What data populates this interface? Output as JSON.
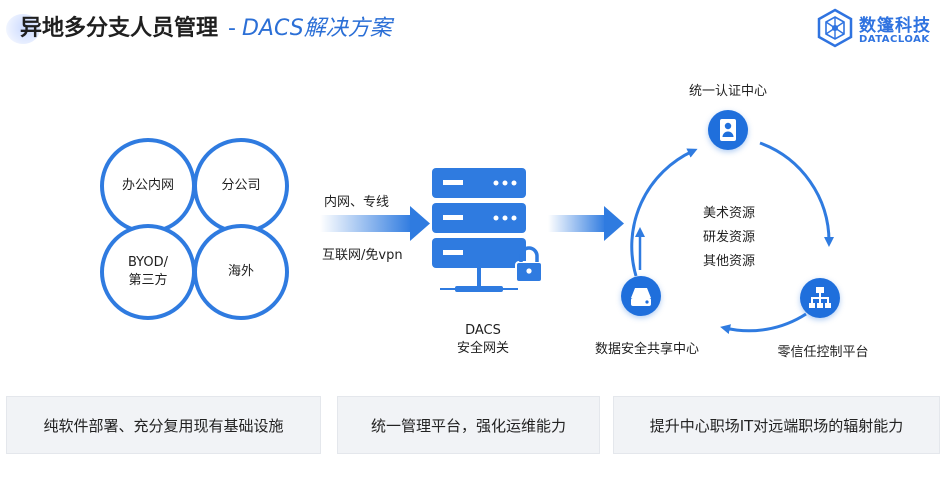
{
  "header": {
    "title": "异地多分支人员管理",
    "separator": "-",
    "subtitle": "DACS解决方案"
  },
  "logo": {
    "name": "数篷科技",
    "en": "DATACLOAK"
  },
  "sources": {
    "office_lan": "办公内网",
    "branch": "分公司",
    "byod": "BYOD/\n第三方",
    "overseas": "海外"
  },
  "links": {
    "intranet": "内网、专线",
    "internet": "互联网/免vpn"
  },
  "gateway": {
    "label": "DACS\n安全网关"
  },
  "cycle": {
    "auth_center": "统一认证中心",
    "zero_trust": "零信任控制平台",
    "data_share": "数据安全共享中心",
    "resources": [
      "美术资源",
      "研发资源",
      "其他资源"
    ]
  },
  "features": [
    "纯软件部署、充分复用现有基础设施",
    "统一管理平台，强化运维能力",
    "提升中心职场IT对远端职场的辐射能力"
  ],
  "colors": {
    "accent": "#2f7be0",
    "dark_accent": "#1f6fdc",
    "light_accent": "#cfe0fb"
  },
  "icons": {
    "logo": "hexagon-network-icon",
    "auth": "user-badge-icon",
    "zero_trust": "network-tree-icon",
    "data_share": "disk-drive-icon",
    "lock": "lock-icon"
  }
}
